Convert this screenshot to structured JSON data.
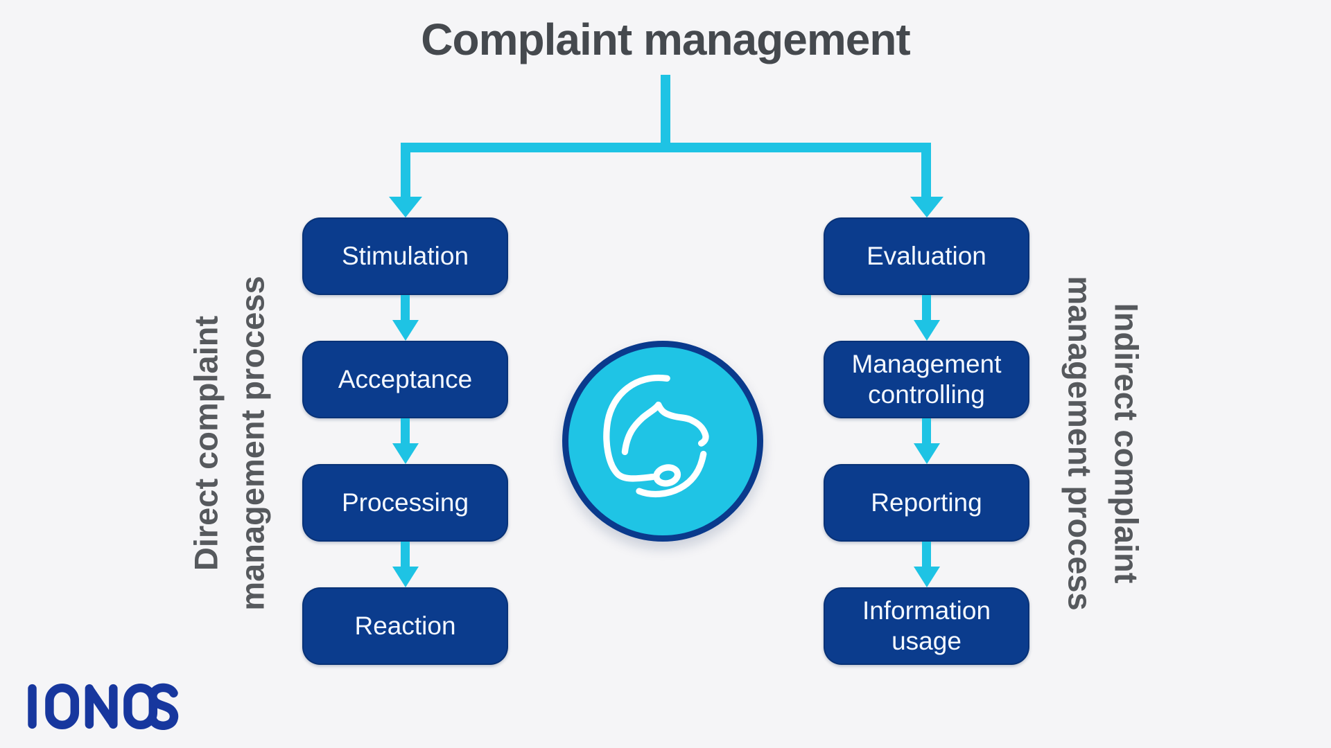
{
  "title": "Complaint management",
  "left_process": {
    "label_line1": "Direct complaint",
    "label_line2": "management process",
    "steps": [
      "Stimulation",
      "Acceptance",
      "Processing",
      "Reaction"
    ]
  },
  "right_process": {
    "label_line1": "Indirect complaint",
    "label_line2": "management process",
    "steps": [
      "Evaluation",
      "Management controlling",
      "Reporting",
      "Information usage"
    ]
  },
  "center_icon": "support-agent-headset-icon",
  "logo_text": "IONOS",
  "colors": {
    "background": "#F5F5F7",
    "accent_cyan": "#1EC3E4",
    "box_navy": "#0B3C8D",
    "circle_fill": "#1FC4E5",
    "circle_border": "#0A3A8C",
    "title_gray": "#45494E",
    "label_gray": "#56595D",
    "logo_blue": "#17379E",
    "box_text": "#F5F9FF",
    "icon_stroke": "#FFFFFF"
  }
}
